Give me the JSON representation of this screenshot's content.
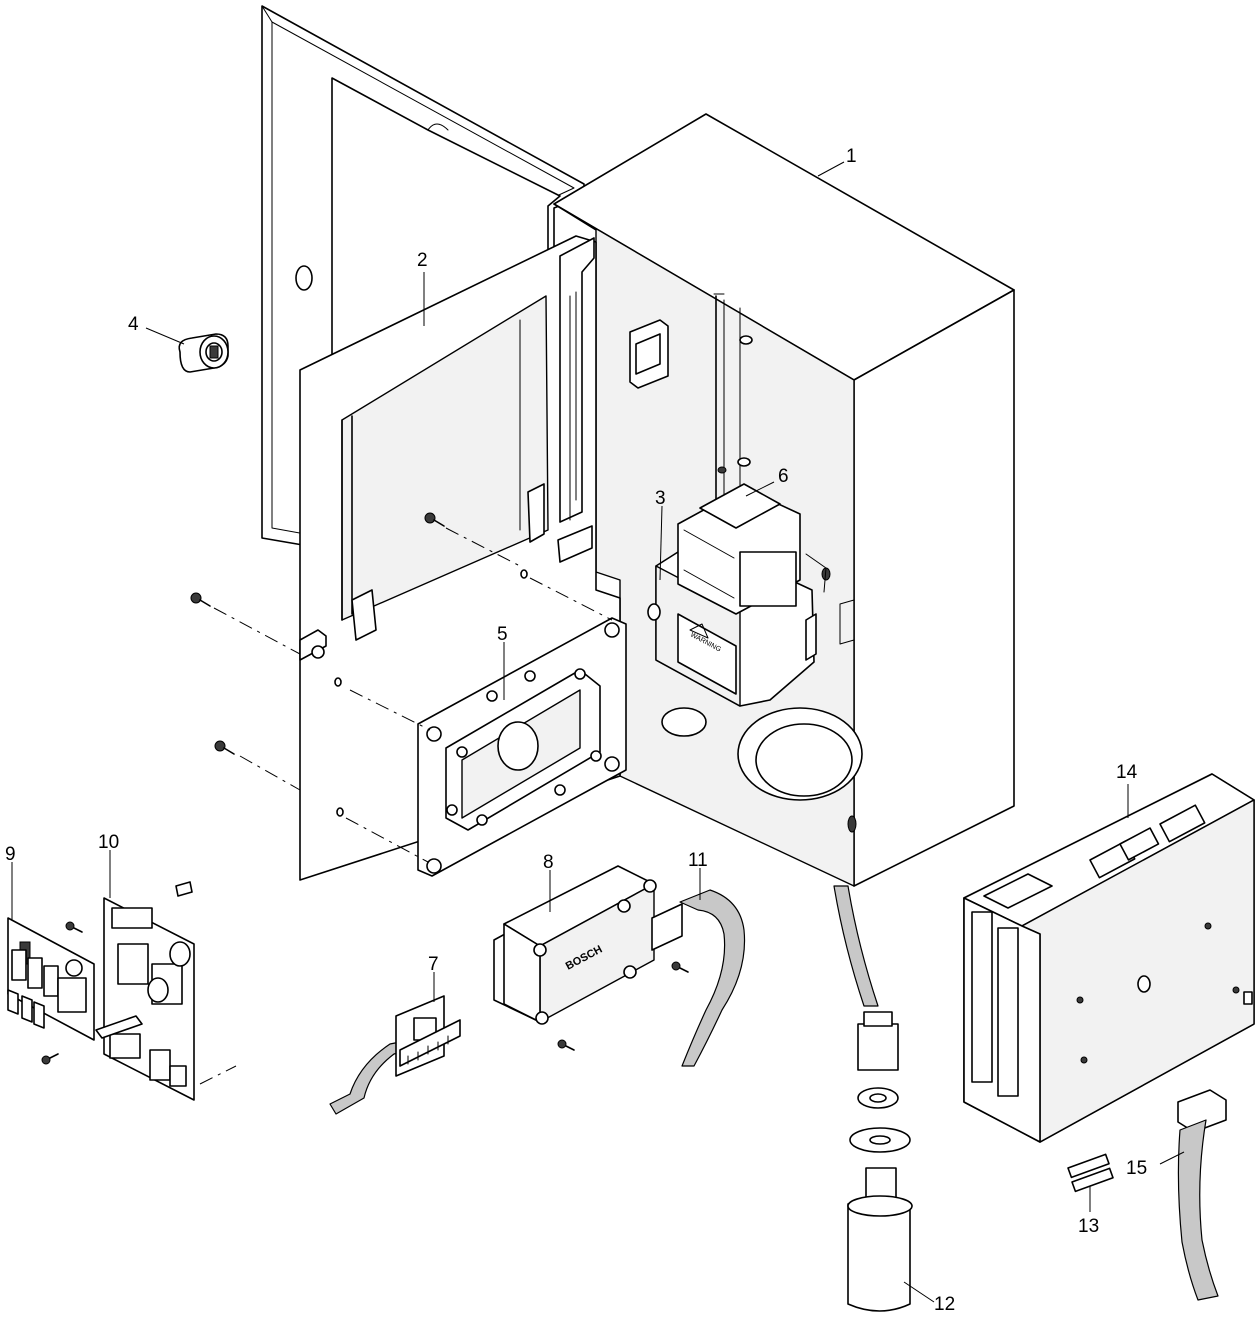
{
  "diagram": {
    "callouts": [
      {
        "id": "1",
        "label": "1"
      },
      {
        "id": "2",
        "label": "2"
      },
      {
        "id": "3",
        "label": "3"
      },
      {
        "id": "4",
        "label": "4"
      },
      {
        "id": "5",
        "label": "5"
      },
      {
        "id": "6",
        "label": "6"
      },
      {
        "id": "7",
        "label": "7"
      },
      {
        "id": "8",
        "label": "8"
      },
      {
        "id": "9",
        "label": "9"
      },
      {
        "id": "10",
        "label": "10"
      },
      {
        "id": "11",
        "label": "11"
      },
      {
        "id": "12",
        "label": "12"
      },
      {
        "id": "13",
        "label": "13"
      },
      {
        "id": "14",
        "label": "14"
      },
      {
        "id": "15",
        "label": "15"
      }
    ],
    "component_markings": {
      "transformer_label": "WARNING",
      "module_brand": "BOSCH"
    }
  }
}
